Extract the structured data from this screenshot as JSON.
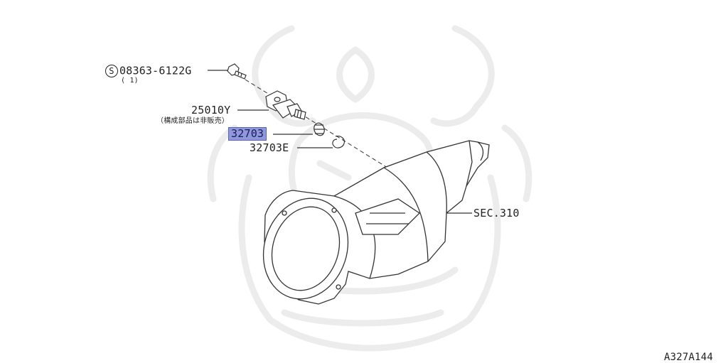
{
  "parts": {
    "bolt": {
      "symbol": "S",
      "number": "08363-6122G",
      "qty": "( 1)"
    },
    "sensor": {
      "number": "25010Y",
      "note": "（構成部品は非販売）"
    },
    "gear": {
      "number": "32703"
    },
    "clip": {
      "number": "32703E"
    },
    "transmission": {
      "ref": "SEC.310"
    }
  },
  "figure_code": "A327A144",
  "colors": {
    "highlight": "#8f98dc",
    "line": "#333333",
    "watermark": "#ececec"
  }
}
